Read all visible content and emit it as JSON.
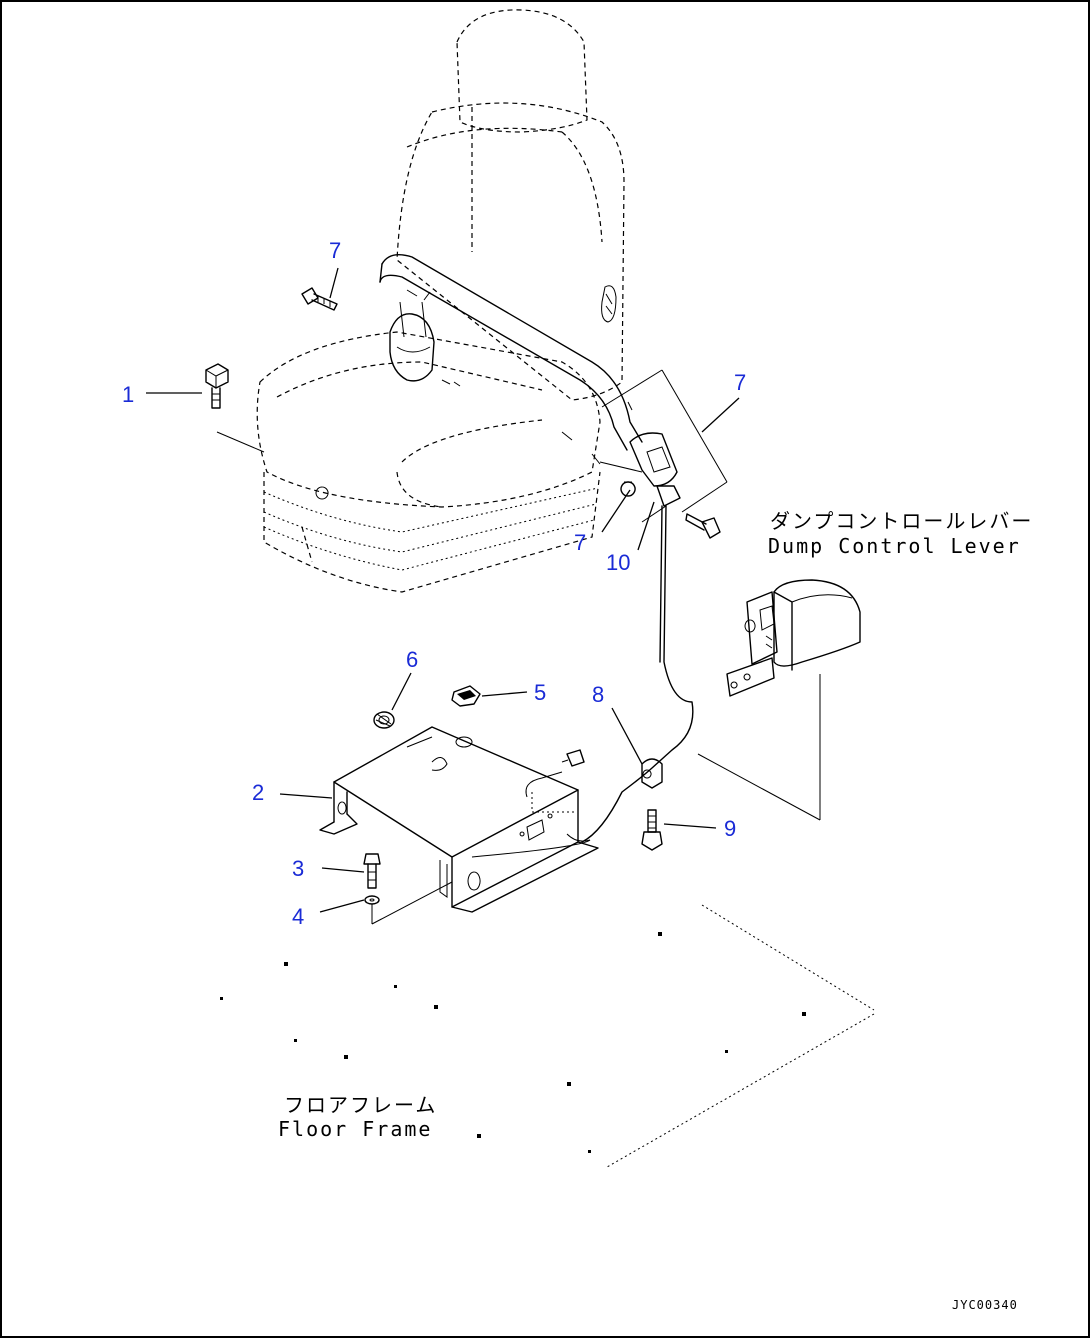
{
  "callouts": [
    {
      "id": "c1",
      "label": "1"
    },
    {
      "id": "c2",
      "label": "2"
    },
    {
      "id": "c3",
      "label": "3"
    },
    {
      "id": "c4",
      "label": "4"
    },
    {
      "id": "c5",
      "label": "5"
    },
    {
      "id": "c6",
      "label": "6"
    },
    {
      "id": "c7a",
      "label": "7"
    },
    {
      "id": "c7b",
      "label": "7"
    },
    {
      "id": "c7c",
      "label": "7"
    },
    {
      "id": "c8",
      "label": "8"
    },
    {
      "id": "c9",
      "label": "9"
    },
    {
      "id": "c10",
      "label": "10"
    }
  ],
  "captions": {
    "dump_control_jp": "ダンプコントロールレバー",
    "dump_control_en": "Dump Control Lever",
    "floor_frame_jp": "フロアフレーム",
    "floor_frame_en": "Floor Frame"
  },
  "drawing_code": "JYC00340",
  "colors": {
    "callout": "#1a2bd6",
    "line": "#000000",
    "background": "#ffffff"
  }
}
